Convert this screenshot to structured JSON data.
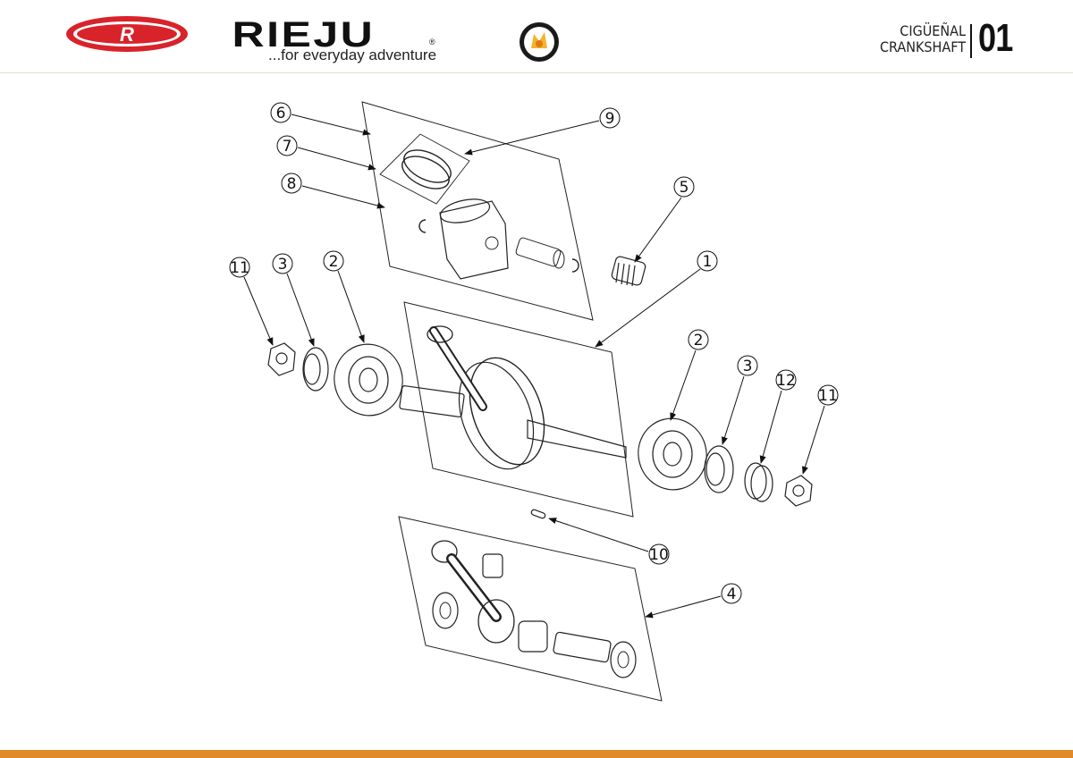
{
  "header": {
    "brand_name": "RIEJU",
    "brand_mark": "R",
    "tagline": "...for everyday adventure",
    "badge_icon": "five-years-warranty-badge-icon",
    "title_es": "CIGÜEÑAL",
    "title_en": "CRANKSHAFT",
    "section_number": "01"
  },
  "callouts": [
    "6",
    "7",
    "8",
    "9",
    "5",
    "1",
    "11",
    "3",
    "2",
    "2",
    "3",
    "12",
    "11",
    "10",
    "4"
  ],
  "colors": {
    "brand_red": "#d8232a",
    "footer_orange": "#e08a2c",
    "ink": "#111111"
  }
}
